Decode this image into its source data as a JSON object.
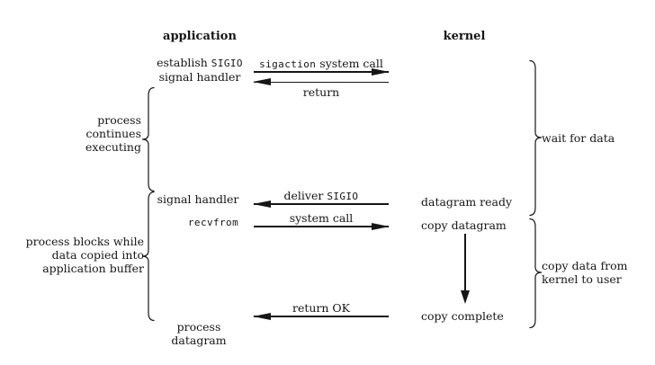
{
  "columns": {
    "application": "application",
    "kernel": "kernel"
  },
  "application": {
    "establish_prefix": "establish ",
    "establish_mono": "SIGIO",
    "establish_line2": "signal handler",
    "signal_handler": "signal handler",
    "recvfrom": "recvfrom",
    "process_datagram_line1": "process",
    "process_datagram_line2": "datagram"
  },
  "kernel": {
    "datagram_ready": "datagram ready",
    "copy_datagram": "copy datagram",
    "copy_complete": "copy complete"
  },
  "arrows": {
    "sigaction_mono": "sigaction",
    "sigaction_rest": " system call",
    "return_label": "return",
    "deliver_prefix": "deliver ",
    "deliver_mono": "SIGIO",
    "system_call": "system call",
    "return_ok": "return OK"
  },
  "annotations": {
    "process_continues": [
      "process",
      "continues",
      "executing"
    ],
    "process_blocks": [
      "process blocks while",
      "data copied into",
      "application buffer"
    ],
    "wait_for_data": "wait for data",
    "copy_data": [
      "copy data from",
      "kernel to user"
    ]
  },
  "colors": {
    "ink": "#161616",
    "background": "#ffffff"
  }
}
